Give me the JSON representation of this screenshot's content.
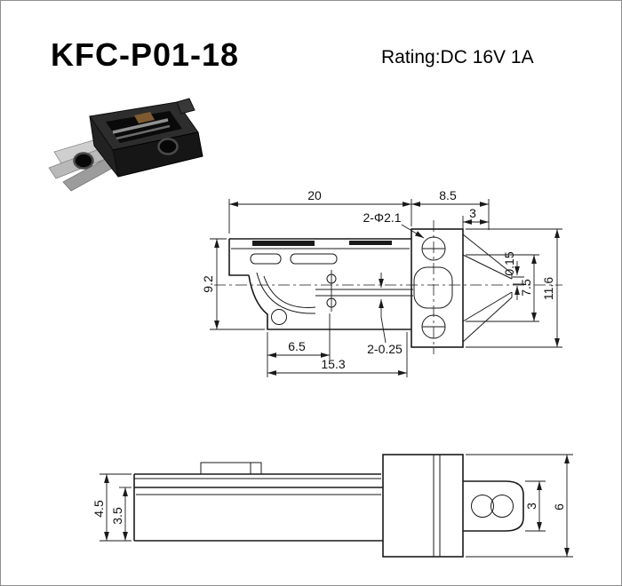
{
  "header": {
    "title": "KFC-P01-18",
    "rating": "Rating:DC 16V 1A"
  },
  "top_view": {
    "d20": "20",
    "d85": "8.5",
    "d3": "3",
    "holes": "2-Φ2.1",
    "d015": "0.15",
    "d75": "7.5",
    "d116": "11.6",
    "d92": "9.2",
    "d65": "6.5",
    "d153": "15.3",
    "d2025": "2-0.25"
  },
  "side_view": {
    "d45": "4.5",
    "d35": "3.5",
    "d3": "3",
    "d6": "6"
  },
  "colors": {
    "line": "#1a1a1a",
    "background": "#ffffff"
  }
}
